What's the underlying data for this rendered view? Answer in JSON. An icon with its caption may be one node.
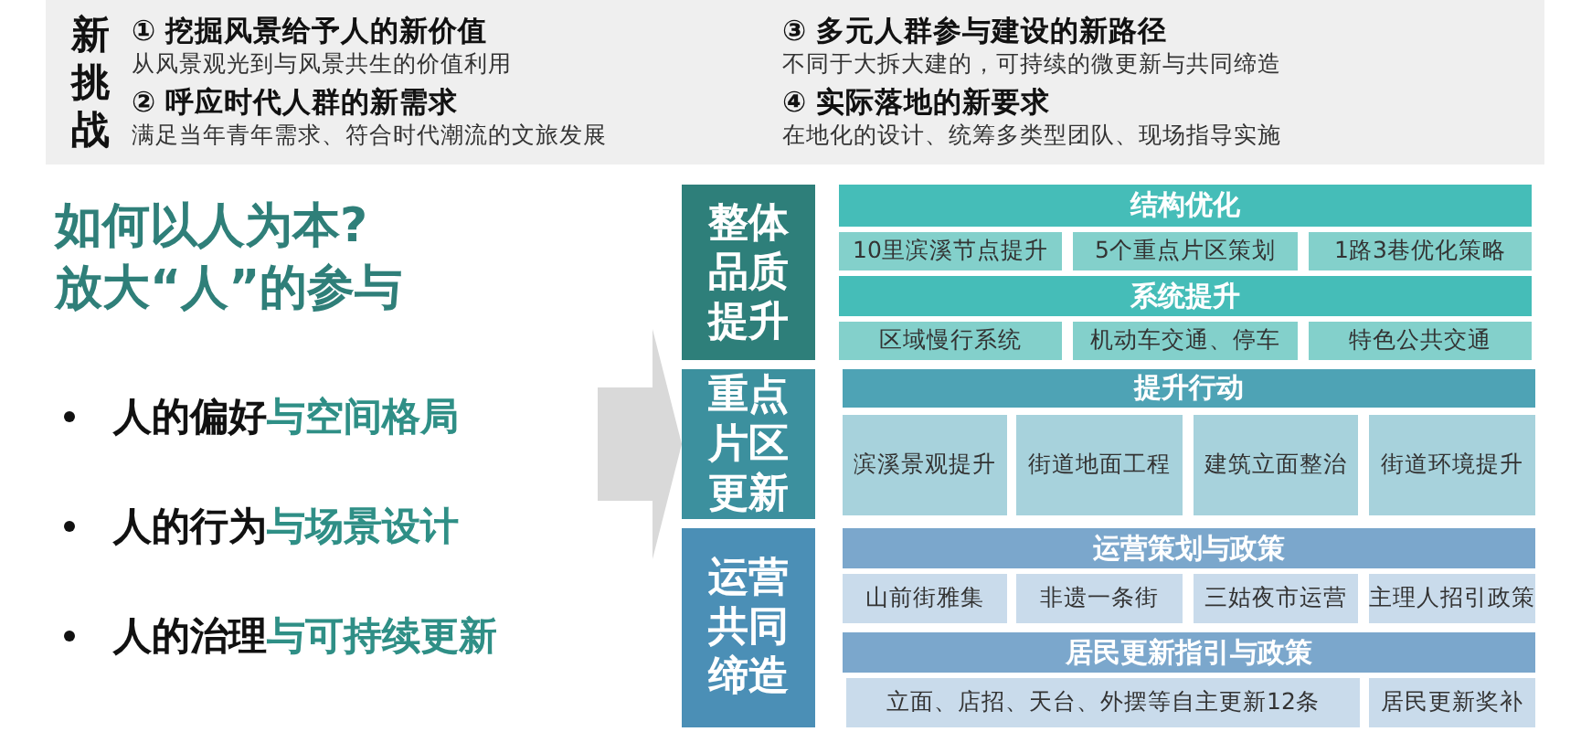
{
  "diagram": {
    "nodes": [
      {
        "text": [
          "新挑战"
        ]
      },
      {
        "text": [
          "① 挖掘风景给予人的新价值",
          "从风景观光到与风景共生的价值利用"
        ],
        "in": 0
      },
      {
        "text": [
          "② 呼应时代人群的新需求",
          "满足当年青年需求、符合时代潮流的文旅发展"
        ],
        "in": 0
      },
      {
        "text": [
          "③ 多元人群参与建设的新路径",
          "不同于大拆大建的，可持续的微更新与共同缔造"
        ],
        "in": 0
      },
      {
        "text": [
          "④ 实际落地的新要求",
          "在地化的设计、统筹多类型团队、现场指导实施"
        ],
        "in": 0
      },
      {
        "text": [
          "如何以人为本?",
          "放大“人”的参与",
          "**人的偏好**与空间格局",
          "**人的行为**与场景设计",
          "**人的治理**与可持续更新"
        ]
      },
      {
        "text": [
          "整体品质提升"
        ]
      },
      {
        "text": [
          "结构优化"
        ]
      },
      {
        "text": [
          "10里滨溪节点提升"
        ]
      },
      {
        "text": [
          "5个重点片区策划"
        ]
      },
      {
        "text": [
          "1路3巷优化策略"
        ]
      },
      {
        "text": [
          "系统提升"
        ]
      },
      {
        "text": [
          "区域慢行系统"
        ]
      },
      {
        "text": [
          "机动车交通、停车"
        ]
      },
      {
        "text": [
          "特色公共交通"
        ]
      },
      {
        "text": [
          "重点片区更新"
        ]
      },
      {
        "text": [
          "提升行动"
        ]
      },
      {
        "text": [
          "滨溪景观提升"
        ]
      },
      {
        "text": [
          "街道地面工程"
        ]
      },
      {
        "text": [
          "建筑立面整治"
        ]
      },
      {
        "text": [
          "街道环境提升"
        ]
      },
      {
        "text": [
          "运营共同缔造"
        ]
      },
      {
        "text": [
          "运营策划与政策"
        ]
      },
      {
        "text": [
          "山前街雅集"
        ]
      },
      {
        "text": [
          "非遗一条街"
        ]
      },
      {
        "text": [
          "三姑夜市运营"
        ]
      },
      {
        "text": [
          "主理人招引政策"
        ]
      },
      {
        "text": [
          "居民更新指引与政策"
        ]
      },
      {
        "text": [
          "立面、店招、天台、外摆等自主更新12条"
        ]
      },
      {
        "text": [
          "居民更新奖补"
        ]
      }
    ],
    "edges": [
      {
        "from": 5,
        "to": 15,
        "arrow": "to"
      }
    ]
  }
}
